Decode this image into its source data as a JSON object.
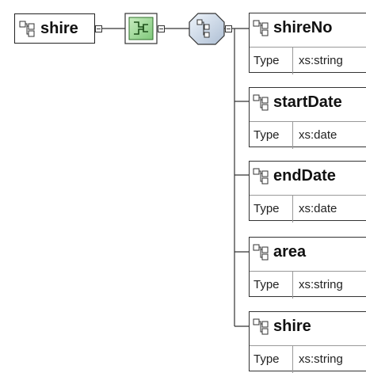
{
  "root": {
    "name": "shire",
    "icon": "element-icon"
  },
  "compositor": {
    "sequence_icon": "sequence-compositor-icon",
    "all_icon": "all-compositor-icon"
  },
  "children": [
    {
      "name": "shireNo",
      "type_key": "Type",
      "type_value": "xs:string"
    },
    {
      "name": "startDate",
      "type_key": "Type",
      "type_value": "xs:date"
    },
    {
      "name": "endDate",
      "type_key": "Type",
      "type_value": "xs:date"
    },
    {
      "name": "area",
      "type_key": "Type",
      "type_value": "xs:string"
    },
    {
      "name": "shire",
      "type_key": "Type",
      "type_value": "xs:string"
    }
  ]
}
